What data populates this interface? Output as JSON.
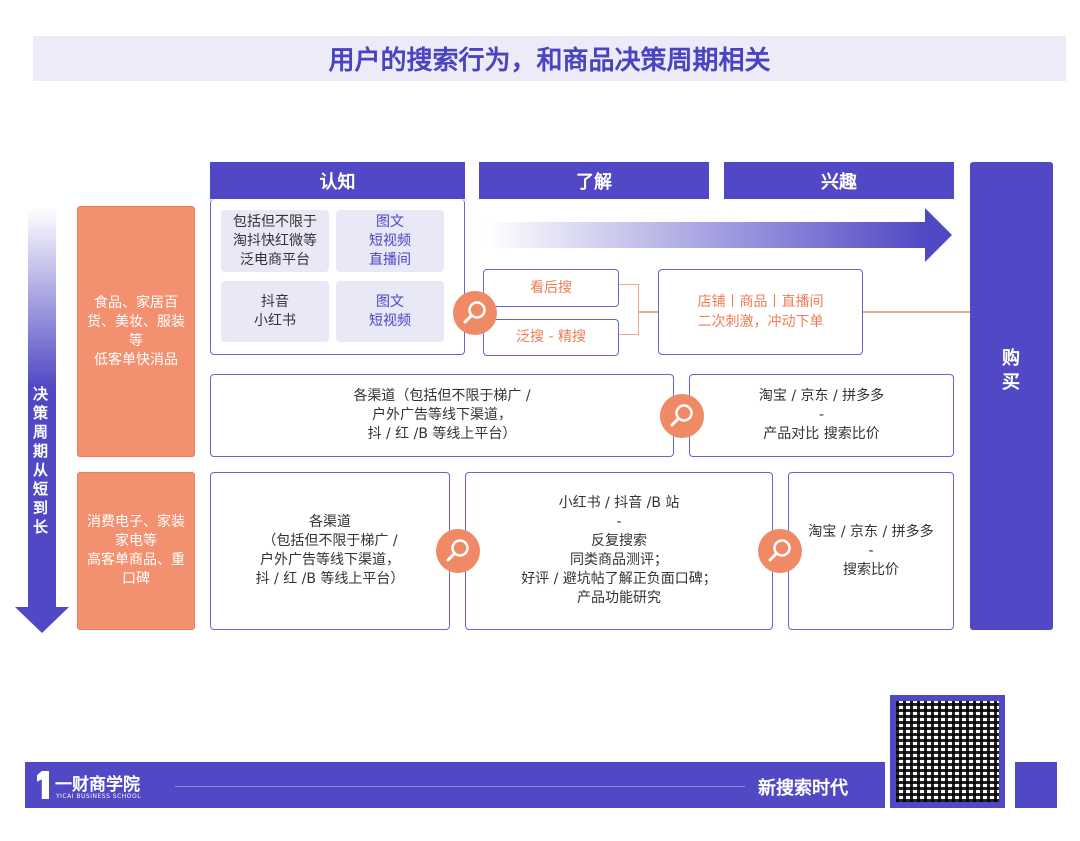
{
  "title": "用户的搜索行为，和商品决策周期相关",
  "stages": [
    "认知",
    "了解",
    "兴趣",
    "购买"
  ],
  "axis_label": "决策周期从短到长",
  "categories": [
    "食品、家居百货、美妆、服装等\n低客单快消品",
    "消费电子、家装家电等\n高客单商品、重口碑"
  ],
  "row1": {
    "cells": [
      "包括但不限于\n淘抖快红微等\n泛电商平台",
      "图文\n短视频\n直播间",
      "抖音\n小红书",
      "图文\n短视频"
    ],
    "search1": "看后搜",
    "search2": "泛搜 - 精搜",
    "result": "店铺丨商品丨直播间\n二次刺激，冲动下单"
  },
  "row2": {
    "left": "各渠道（包括但不限于梯广 /\n户外广告等线下渠道，\n抖 / 红 /B 等线上平台）",
    "right": "淘宝 / 京东 / 拼多多\n-\n产品对比 搜索比价"
  },
  "row3": {
    "left": "各渠道\n（包括但不限于梯广 /\n户外广告等线下渠道，\n抖 / 红 /B 等线上平台）",
    "middle": "小红书 / 抖音 /B 站\n-\n反复搜索\n同类商品测评；\n好评 / 避坑帖了解正负面口碑；\n产品功能研究",
    "right": "淘宝 / 京东 / 拼多多\n-\n搜索比价"
  },
  "footer": {
    "brand": "一财商学院",
    "brand_en": "YICAI BUSINESS SCHOOL",
    "slogan": "新搜索时代"
  },
  "colors": {
    "primary": "#5048c4",
    "accent": "#f08a66"
  }
}
